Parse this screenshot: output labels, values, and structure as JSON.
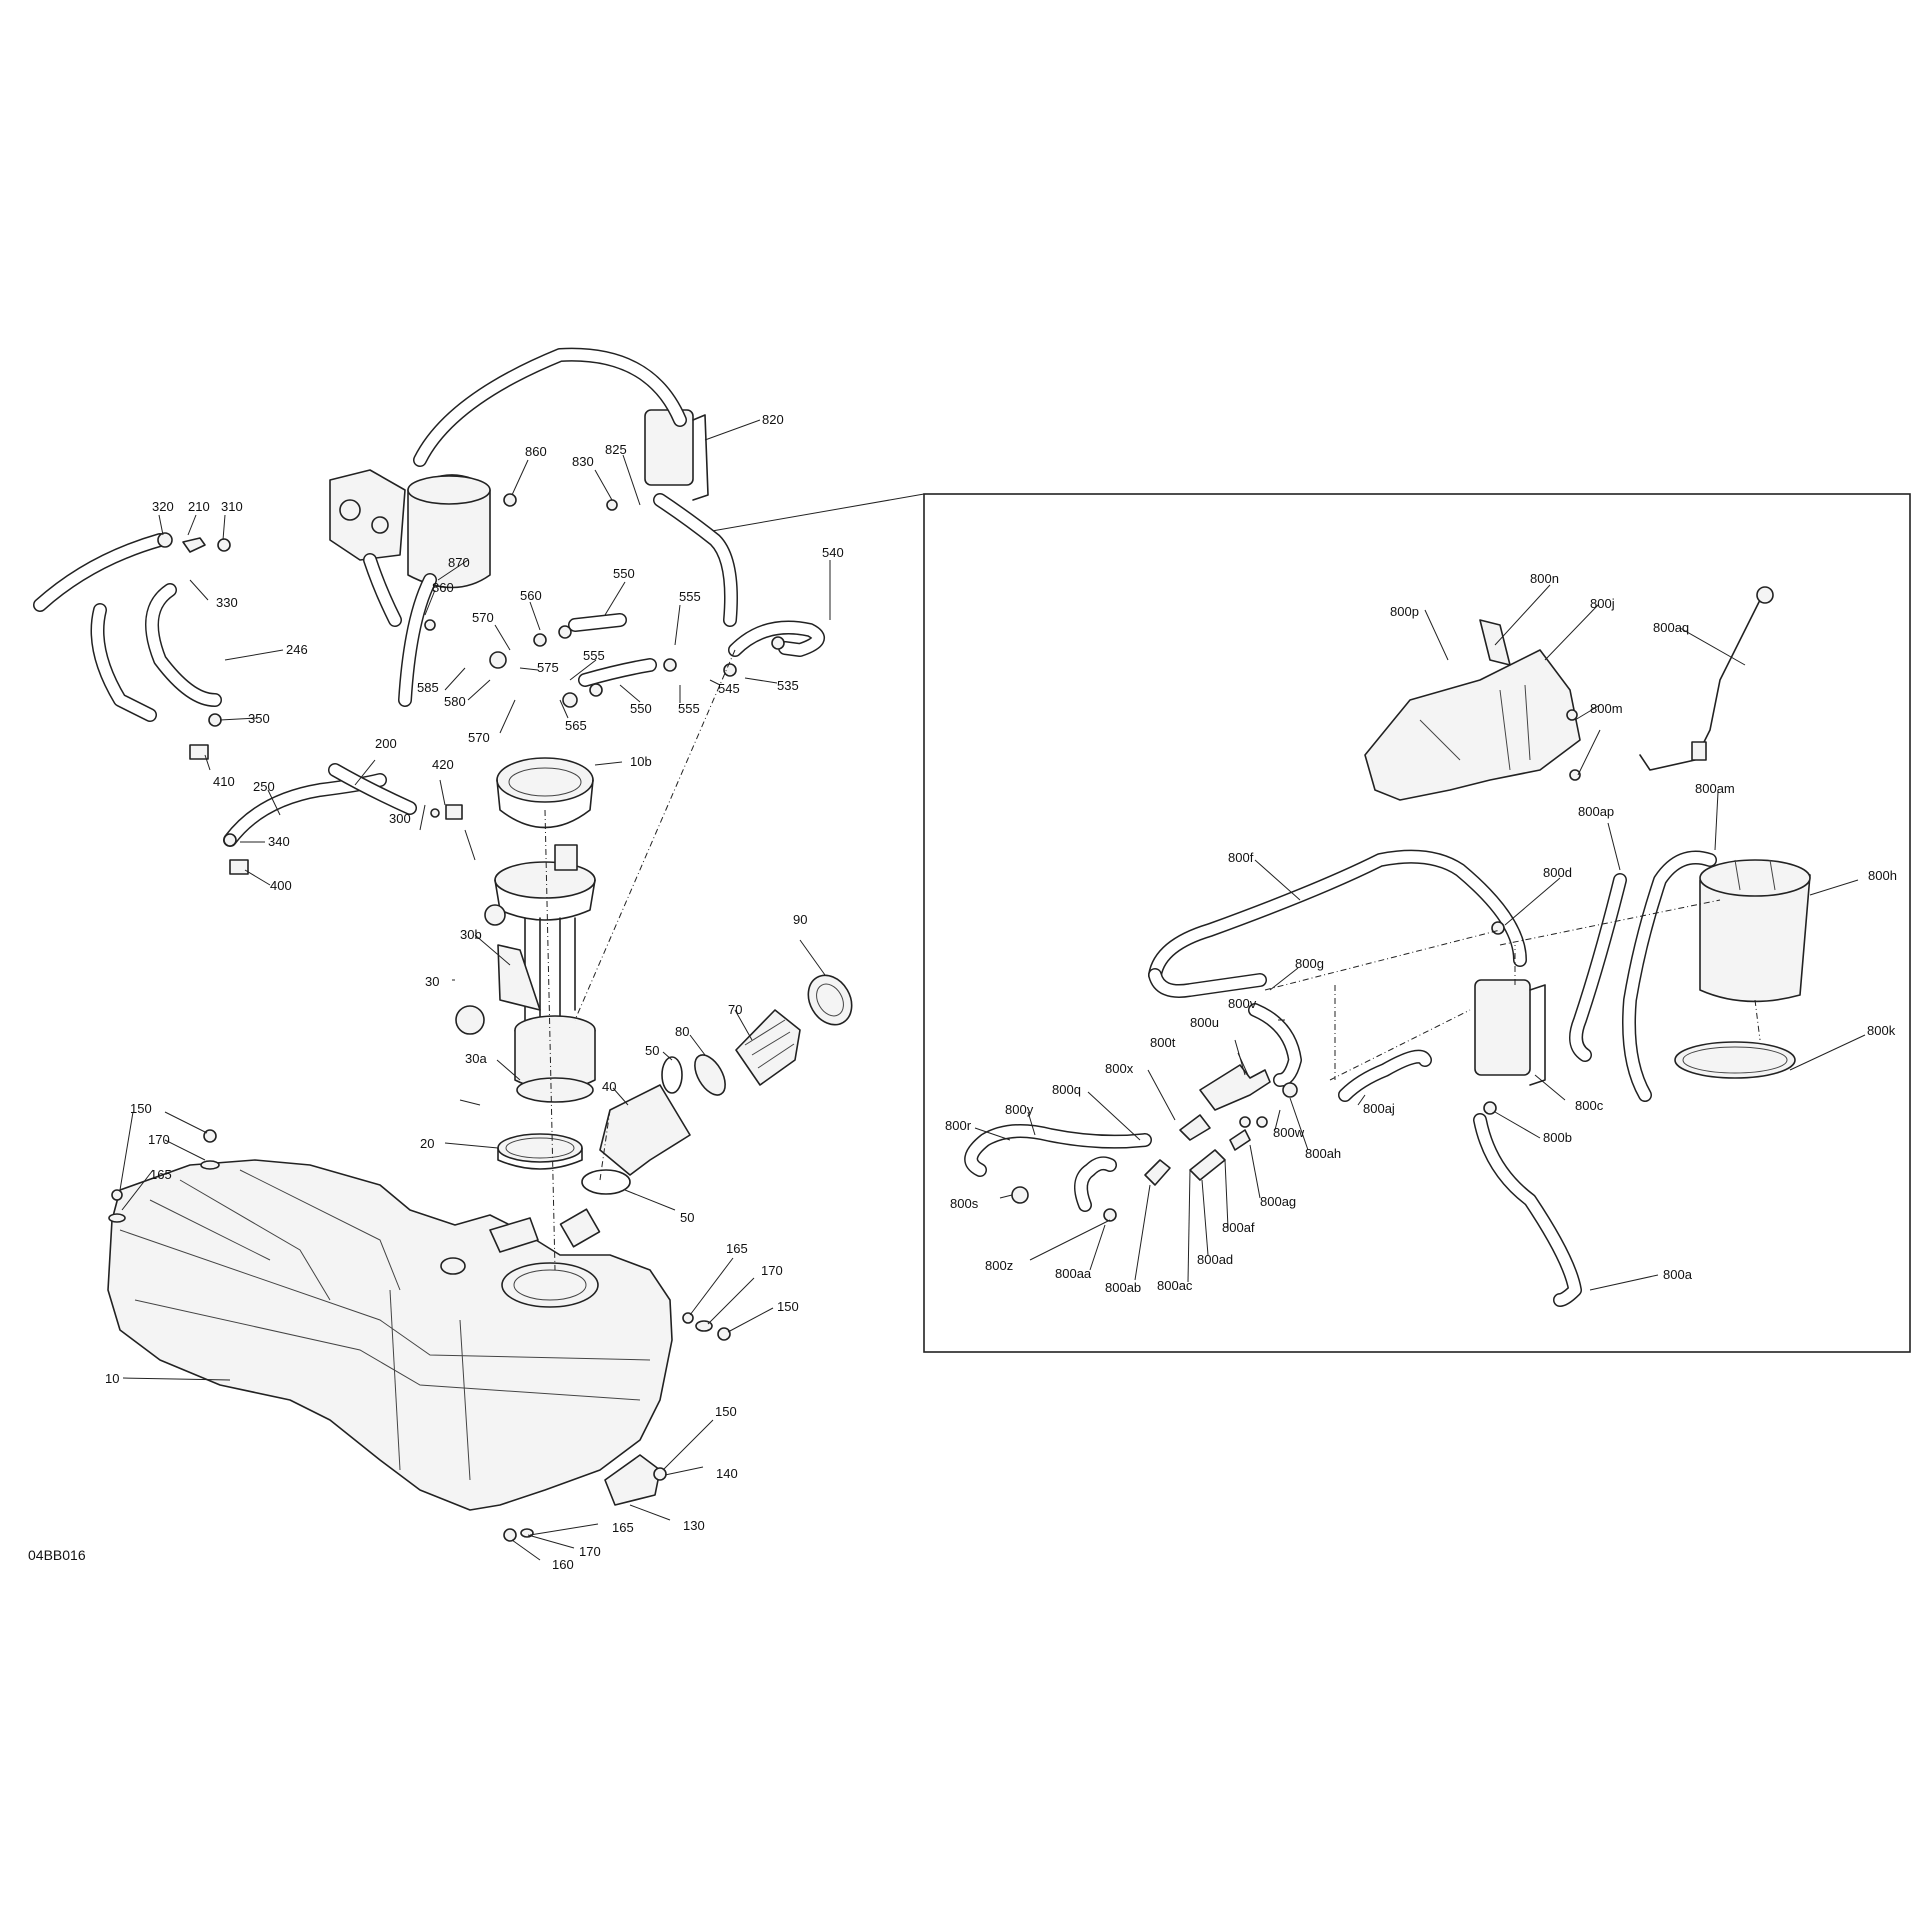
{
  "diagram": {
    "ref_code": "04BB016",
    "callouts": [
      {
        "id": "c820",
        "text": "820"
      },
      {
        "id": "c825",
        "text": "825"
      },
      {
        "id": "c830",
        "text": "830"
      },
      {
        "id": "c860a",
        "text": "860"
      },
      {
        "id": "c860b",
        "text": "860"
      },
      {
        "id": "c870",
        "text": "870"
      },
      {
        "id": "c320",
        "text": "320"
      },
      {
        "id": "c210",
        "text": "210"
      },
      {
        "id": "c310",
        "text": "310"
      },
      {
        "id": "c330",
        "text": "330"
      },
      {
        "id": "c246",
        "text": "246"
      },
      {
        "id": "c350",
        "text": "350"
      },
      {
        "id": "c410",
        "text": "410"
      },
      {
        "id": "c250",
        "text": "250"
      },
      {
        "id": "c200",
        "text": "200"
      },
      {
        "id": "c420",
        "text": "420"
      },
      {
        "id": "c340",
        "text": "340"
      },
      {
        "id": "c300",
        "text": "300"
      },
      {
        "id": "c400",
        "text": "400"
      },
      {
        "id": "c550a",
        "text": "550"
      },
      {
        "id": "c560",
        "text": "560"
      },
      {
        "id": "c570a",
        "text": "570"
      },
      {
        "id": "c555a",
        "text": "555"
      },
      {
        "id": "c540",
        "text": "540"
      },
      {
        "id": "c555b",
        "text": "555"
      },
      {
        "id": "c575",
        "text": "575"
      },
      {
        "id": "c585",
        "text": "585"
      },
      {
        "id": "c580",
        "text": "580"
      },
      {
        "id": "c570b",
        "text": "570"
      },
      {
        "id": "c565",
        "text": "565"
      },
      {
        "id": "c550b",
        "text": "550"
      },
      {
        "id": "c555c",
        "text": "555"
      },
      {
        "id": "c545",
        "text": "545"
      },
      {
        "id": "c535",
        "text": "535"
      },
      {
        "id": "c10b",
        "text": "10b"
      },
      {
        "id": "c30b",
        "text": "30b"
      },
      {
        "id": "c30",
        "text": "30"
      },
      {
        "id": "c30a",
        "text": "30a"
      },
      {
        "id": "c90",
        "text": "90"
      },
      {
        "id": "c70",
        "text": "70"
      },
      {
        "id": "c80",
        "text": "80"
      },
      {
        "id": "c50a",
        "text": "50"
      },
      {
        "id": "c40",
        "text": "40"
      },
      {
        "id": "c20",
        "text": "20"
      },
      {
        "id": "c50b",
        "text": "50"
      },
      {
        "id": "c150a",
        "text": "150"
      },
      {
        "id": "c170a",
        "text": "170"
      },
      {
        "id": "c165a",
        "text": "165"
      },
      {
        "id": "c165b",
        "text": "165"
      },
      {
        "id": "c170b",
        "text": "170"
      },
      {
        "id": "c150b",
        "text": "150"
      },
      {
        "id": "c10",
        "text": "10"
      },
      {
        "id": "c150c",
        "text": "150"
      },
      {
        "id": "c140",
        "text": "140"
      },
      {
        "id": "c130",
        "text": "130"
      },
      {
        "id": "c165c",
        "text": "165"
      },
      {
        "id": "c170c",
        "text": "170"
      },
      {
        "id": "c160",
        "text": "160"
      },
      {
        "id": "c800n",
        "text": "800n"
      },
      {
        "id": "c800p",
        "text": "800p"
      },
      {
        "id": "c800j",
        "text": "800j"
      },
      {
        "id": "c800aq",
        "text": "800aq"
      },
      {
        "id": "c800m",
        "text": "800m"
      },
      {
        "id": "c800ap",
        "text": "800ap"
      },
      {
        "id": "c800am",
        "text": "800am"
      },
      {
        "id": "c800f",
        "text": "800f"
      },
      {
        "id": "c800d",
        "text": "800d"
      },
      {
        "id": "c800h",
        "text": "800h"
      },
      {
        "id": "c800g",
        "text": "800g"
      },
      {
        "id": "c800u",
        "text": "800u"
      },
      {
        "id": "c800v",
        "text": "800v"
      },
      {
        "id": "c800t",
        "text": "800t"
      },
      {
        "id": "c800k",
        "text": "800k"
      },
      {
        "id": "c800x",
        "text": "800x"
      },
      {
        "id": "c800q",
        "text": "800q"
      },
      {
        "id": "c800c",
        "text": "800c"
      },
      {
        "id": "c800aj",
        "text": "800aj"
      },
      {
        "id": "c800r",
        "text": "800r"
      },
      {
        "id": "c800y",
        "text": "800y"
      },
      {
        "id": "c800w",
        "text": "800w"
      },
      {
        "id": "c800ah",
        "text": "800ah"
      },
      {
        "id": "c800b",
        "text": "800b"
      },
      {
        "id": "c800ag",
        "text": "800ag"
      },
      {
        "id": "c800s",
        "text": "800s"
      },
      {
        "id": "c800af",
        "text": "800af"
      },
      {
        "id": "c800z",
        "text": "800z"
      },
      {
        "id": "c800aa",
        "text": "800aa"
      },
      {
        "id": "c800ad",
        "text": "800ad"
      },
      {
        "id": "c800ab",
        "text": "800ab"
      },
      {
        "id": "c800ac",
        "text": "800ac"
      },
      {
        "id": "c800a",
        "text": "800a"
      }
    ]
  }
}
